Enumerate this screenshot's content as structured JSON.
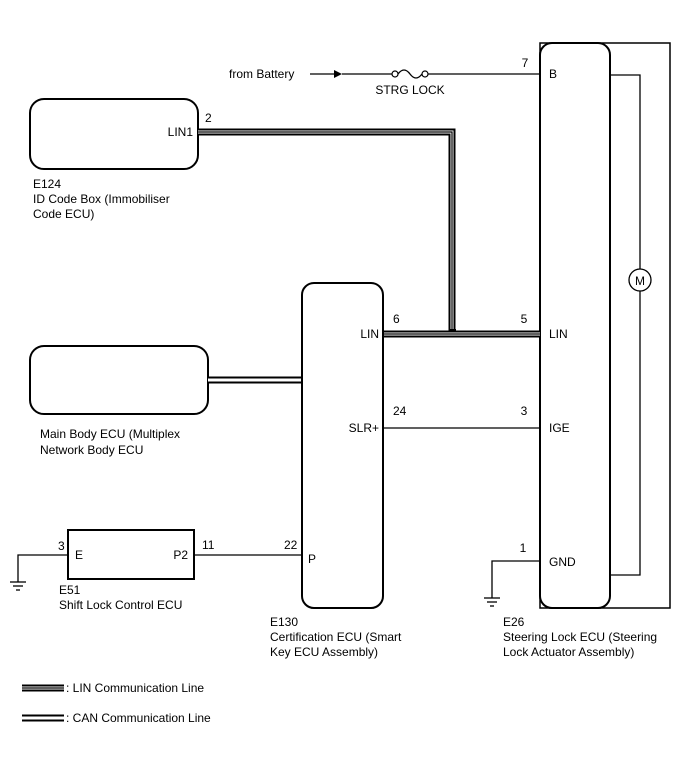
{
  "source_label": "from Battery",
  "fuse_label": "STRG LOCK",
  "components": {
    "e124": {
      "code": "E124",
      "name_line1": "ID Code Box (Immobiliser",
      "name_line2": "Code ECU)",
      "terminal": "LIN1",
      "pin": "2"
    },
    "main_body": {
      "name_line1": "Main Body ECU (Multiplex",
      "name_line2": "Network Body ECU"
    },
    "e51": {
      "code": "E51",
      "name": "Shift Lock Control ECU",
      "term_e": "E",
      "term_p2": "P2",
      "pin_e": "3",
      "pin_p2": "11"
    },
    "e130": {
      "code": "E130",
      "name_line1": "Certification ECU (Smart",
      "name_line2": "Key ECU Assembly)",
      "term_lin": "LIN",
      "term_slr": "SLR+",
      "term_p": "P",
      "pin_lin": "6",
      "pin_slr": "24",
      "pin_p": "22"
    },
    "e26": {
      "code": "E26",
      "name_line1": "Steering Lock ECU (Steering",
      "name_line2": "Lock Actuator Assembly)",
      "term_b": "B",
      "term_lin": "LIN",
      "term_ige": "IGE",
      "term_gnd": "GND",
      "pin_b": "7",
      "pin_lin": "5",
      "pin_ige": "3",
      "pin_gnd": "1",
      "motor": "M"
    }
  },
  "legend": {
    "lin": ": LIN Communication Line",
    "can": ": CAN Communication Line"
  }
}
